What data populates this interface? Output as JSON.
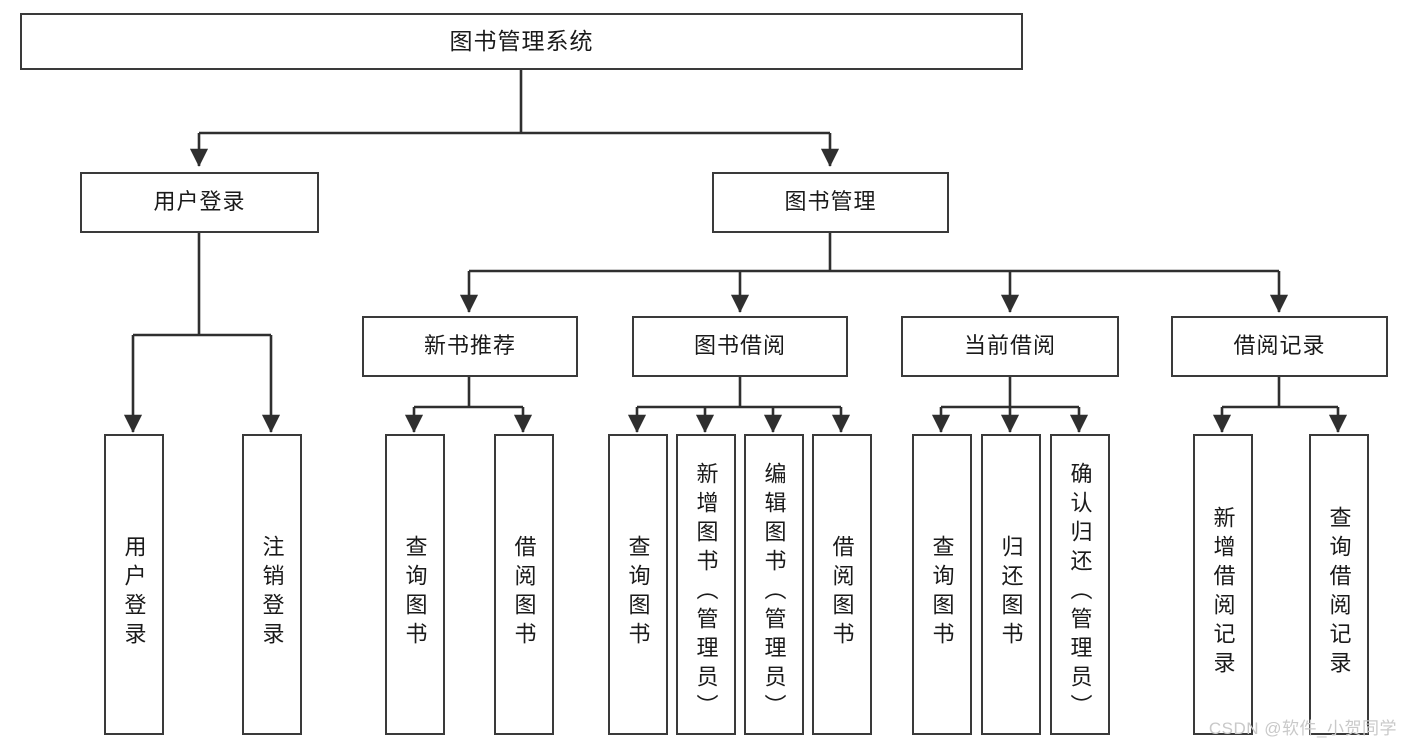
{
  "diagram": {
    "title_node": {
      "label": "图书管理系统"
    },
    "level1": [
      {
        "id": "user-login",
        "label": "用户登录"
      },
      {
        "id": "book-management",
        "label": "图书管理"
      }
    ],
    "level2": [
      {
        "id": "new-book-recommend",
        "label": "新书推荐"
      },
      {
        "id": "book-borrow",
        "label": "图书借阅"
      },
      {
        "id": "current-borrow",
        "label": "当前借阅"
      },
      {
        "id": "borrow-record",
        "label": "借阅记录"
      }
    ],
    "leaves": {
      "user_login": [
        {
          "id": "leaf-user-login",
          "label": "用户登录"
        },
        {
          "id": "leaf-logout-login",
          "label": "注销登录"
        }
      ],
      "new_book_recommend": [
        {
          "id": "leaf-query-book-1",
          "label": "查询图书"
        },
        {
          "id": "leaf-borrow-book-1",
          "label": "借阅图书"
        }
      ],
      "book_borrow": [
        {
          "id": "leaf-query-book-2",
          "label": "查询图书"
        },
        {
          "id": "leaf-add-book",
          "label": "新增图书（管理员）"
        },
        {
          "id": "leaf-edit-book",
          "label": "编辑图书（管理员）"
        },
        {
          "id": "leaf-borrow-book-2",
          "label": "借阅图书"
        }
      ],
      "current_borrow": [
        {
          "id": "leaf-query-book-3",
          "label": "查询图书"
        },
        {
          "id": "leaf-return-book",
          "label": "归还图书"
        },
        {
          "id": "leaf-confirm-return",
          "label": "确认归还（管理员）"
        }
      ],
      "borrow_record": [
        {
          "id": "leaf-add-record",
          "label": "新增借阅记录"
        },
        {
          "id": "leaf-query-record",
          "label": "查询借阅记录"
        }
      ]
    }
  },
  "watermark": {
    "text": "CSDN @软件_小贺同学"
  },
  "colors": {
    "border": "#3a3a3a",
    "text": "#1a1a1a",
    "background": "#ffffff",
    "watermark": "#c9c9c9"
  }
}
